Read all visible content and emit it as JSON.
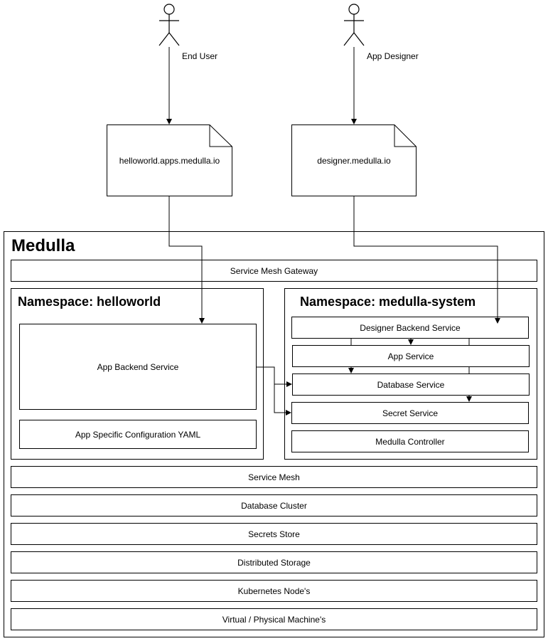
{
  "actors": {
    "end_user": "End User",
    "app_designer": "App Designer"
  },
  "documents": {
    "helloworld_url": "helloworld.apps.medulla.io",
    "designer_url": "designer.medulla.io"
  },
  "medulla": {
    "title": "Medulla",
    "gateway": "Service Mesh Gateway",
    "namespace_helloworld": {
      "title": "Namespace: helloworld",
      "app_backend": "App Backend Service",
      "app_config": "App Specific Configuration YAML"
    },
    "namespace_system": {
      "title": "Namespace: medulla-system",
      "designer_backend": "Designer Backend Service",
      "app_service": "App Service",
      "database_service": "Database Service",
      "secret_service": "Secret Service",
      "controller": "Medulla Controller"
    },
    "layers": [
      "Service Mesh",
      "Database Cluster",
      "Secrets Store",
      "Distributed Storage",
      "Kubernetes Node's",
      "Virtual / Physical Machine's"
    ]
  }
}
